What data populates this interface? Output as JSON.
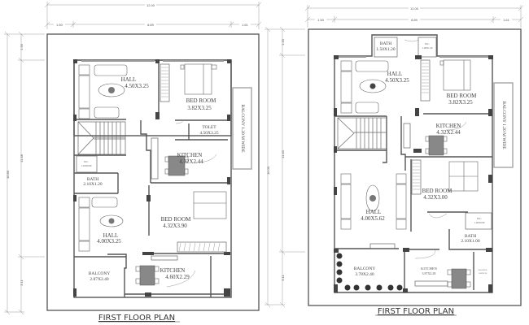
{
  "plans": [
    {
      "title": "FIRST FLOOR PLAN",
      "dims": {
        "top_total": "12.00",
        "top_left": "1.50",
        "top_mid": "8.89",
        "top_right": "1.61",
        "side_total": "16.80",
        "side_top": "1.50",
        "side_mid": "11.48",
        "side_bottom": "3.11"
      },
      "rooms": {
        "hall_top": {
          "name": "HALL",
          "size": "4.50X3.25"
        },
        "bed_top": {
          "name": "BED ROOM",
          "size": "3.82X3.25"
        },
        "toilet": {
          "name": "TOLET",
          "size": "4.50X3.25"
        },
        "kitchen_mid": {
          "name": "KITCHEN",
          "size": "4.32X2.44"
        },
        "wc": {
          "name": "W.C.",
          "size": "1.10X0.90"
        },
        "bath": {
          "name": "BATH",
          "size": "2.10X1.20"
        },
        "hall_bottom": {
          "name": "HALL",
          "size": "4.00X3.25"
        },
        "bed_bottom": {
          "name": "BED ROOM",
          "size": "4.32X3.90"
        },
        "balcony_bottom": {
          "name": "BALCONY",
          "size": "2.87X2.40"
        },
        "kitchen_bottom": {
          "name": "KITCHEN",
          "size": "4.60X2.29"
        },
        "balcony_side": "BALCONY 1.20 M WIDE"
      }
    },
    {
      "title": "FIRST FLOOR PLAN",
      "dims": {
        "top_total": "12.00",
        "top_left": "1.50",
        "top_mid": "8.89",
        "top_right": "1.61",
        "side_total": "16.00",
        "side_top": "1.50",
        "side_mid": "11.40",
        "side_bottom": "3.11"
      },
      "rooms": {
        "bath_top": {
          "name": "BATH",
          "size": "1.50X1.20"
        },
        "wc_top": {
          "name": "W.C.",
          "size": "1.00X1.20"
        },
        "hall_top": {
          "name": "HALL",
          "size": "4.50X3.25"
        },
        "bed_top": {
          "name": "BED ROOM",
          "size": "3.82X3.25"
        },
        "kitchen_mid": {
          "name": "KITCHEN",
          "size": "4.32X2.44"
        },
        "bed_mid": {
          "name": "BED ROOM",
          "size": "4.32X3.00"
        },
        "hall_bottom": {
          "name": "HALL",
          "size": "4.00X5.62"
        },
        "wc_mid": {
          "name": "W.C.",
          "size": "1.20X0.90"
        },
        "bath_mid": {
          "name": "BATH",
          "size": "2.10X1.00"
        },
        "balcony_bottom": {
          "name": "BALCONY",
          "size": "3.78X2.40"
        },
        "kitchen_bottom": {
          "name": "KITCHEN",
          "size": "3.87X2.28"
        },
        "wash": {
          "name": "WASH UP",
          "size": "1.60X2.28"
        },
        "balcony_side": "BALCONY 1.20 M WIDE"
      }
    }
  ]
}
